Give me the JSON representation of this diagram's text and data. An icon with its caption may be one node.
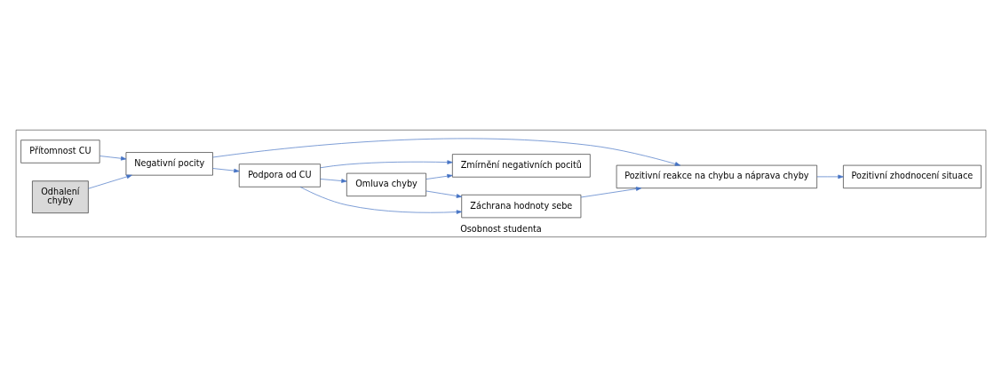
{
  "diagram": {
    "nodes": [
      {
        "text": [
          "Osobnost studenta"
        ]
      },
      {
        "text": [
          "Přítomnost CU"
        ],
        "in": 0
      },
      {
        "text": [
          "Odhalení",
          "chyby"
        ],
        "in": 0
      },
      {
        "text": [
          "Negativní pocity"
        ],
        "in": 0
      },
      {
        "text": [
          "Podpora od CU"
        ],
        "in": 0
      },
      {
        "text": [
          "Omluva chyby"
        ],
        "in": 0
      },
      {
        "text": [
          "Záchrana hodnoty sebe"
        ],
        "in": 0
      },
      {
        "text": [
          "Zmírnění negativních pocitů"
        ],
        "in": 0
      },
      {
        "text": [
          "Pozitivní reakce na chybu a náprava chyby"
        ],
        "in": 0
      },
      {
        "text": [
          "Pozitivní zhodnocení situace"
        ],
        "in": 0
      }
    ],
    "edges": [
      {
        "from": 1,
        "to": 3,
        "arrow": "to"
      },
      {
        "from": 2,
        "to": 3,
        "arrow": "to"
      },
      {
        "from": 3,
        "to": 8,
        "arrow": "to"
      },
      {
        "from": 3,
        "to": 4,
        "arrow": "to"
      },
      {
        "from": 4,
        "to": 5,
        "arrow": "to"
      },
      {
        "from": 4,
        "to": 6,
        "arrow": "to"
      },
      {
        "from": 4,
        "to": 7,
        "arrow": "to"
      },
      {
        "from": 5,
        "to": 6,
        "arrow": "to"
      },
      {
        "from": 5,
        "to": 7,
        "arrow": "to"
      },
      {
        "from": 6,
        "to": 8,
        "arrow": "to"
      },
      {
        "from": 8,
        "to": 9,
        "arrow": "to"
      }
    ]
  }
}
